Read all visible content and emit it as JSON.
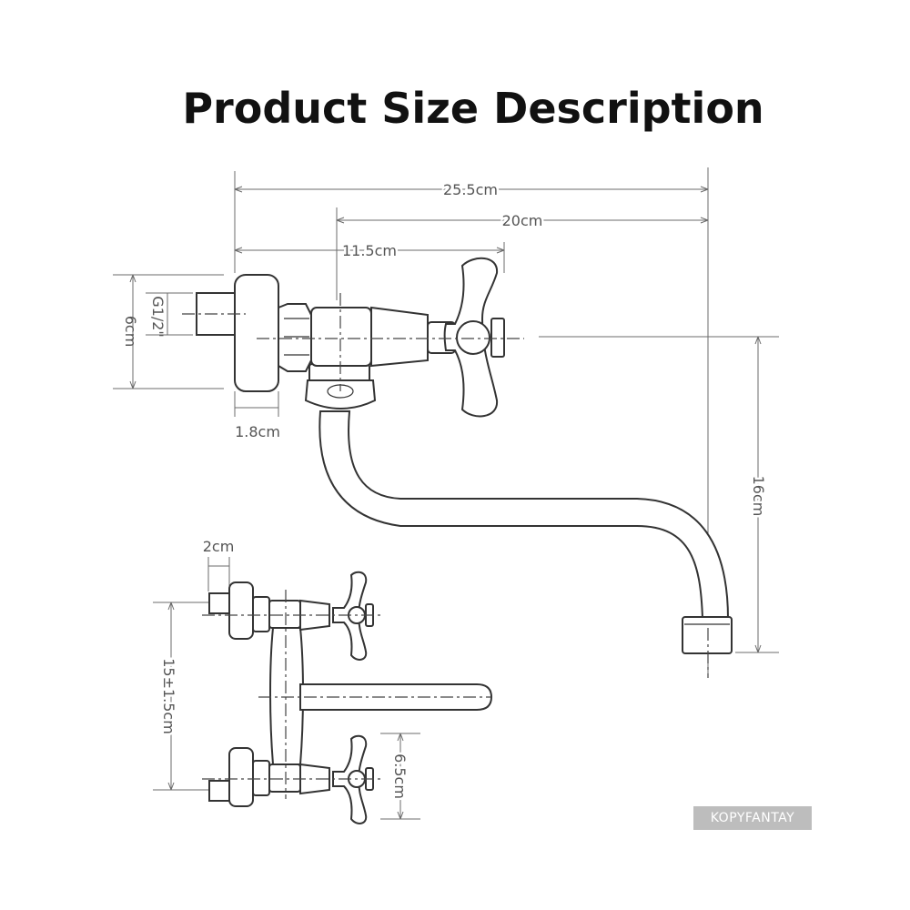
{
  "title": "Product Size Description",
  "dimensions": {
    "overall_length": "25.5cm",
    "spout_reach": "20cm",
    "handle_offset": "11.5cm",
    "thread_size": "G1/2\"",
    "flange_height": "6cm",
    "flange_thickness": "1.8cm",
    "spout_height": "16cm",
    "connector_length": "2cm",
    "inlet_spacing": "15±1.5cm",
    "lower_offset": "6.5cm"
  },
  "watermark": "KOPYFANTAY",
  "colors": {
    "line": "#333333",
    "dimension": "#6b6b6b",
    "watermark_bg": "#bdbdbd"
  }
}
